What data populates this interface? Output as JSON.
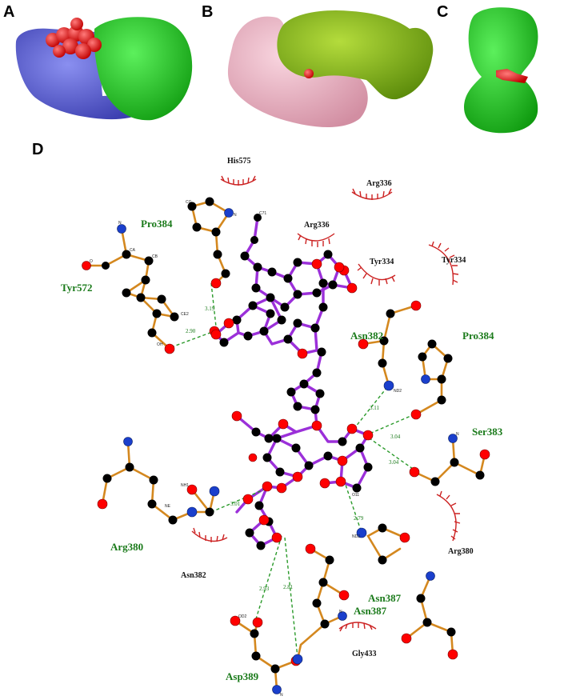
{
  "panels": {
    "a": "A",
    "b": "B",
    "c": "C",
    "d": "D"
  },
  "colors": {
    "ligand_bond": "#9b30d9",
    "residue_bond": "#d4881f",
    "hbond": "#2a9a2a",
    "oxygen": "#ff0000",
    "nitrogen": "#1a3fcc",
    "carbon": "#000000",
    "hydrophobic_arc": "#cc2222",
    "surface_blue": "#5a5fd6",
    "surface_green": "#22cc22",
    "surface_olive": "#8cb81e",
    "surface_pink": "#efb6c6"
  },
  "residues_green": {
    "tyr572": "Tyr572",
    "pro384_top": "Pro384",
    "asn382": "Asn382",
    "pro384_right": "Pro384",
    "ser383": "Ser383",
    "arg380": "Arg380",
    "asn387_a": "Asn387",
    "asn387_b": "Asn387",
    "asp389": "Asp389"
  },
  "residues_hydrophobic": {
    "his575": "His575",
    "arg336_a": "Arg336",
    "arg336_b": "Arg336",
    "tyr334_a": "Tyr334",
    "tyr334_b": "Tyr334",
    "arg380": "Arg380",
    "asn382": "Asn382",
    "gly433": "Gly433"
  },
  "hbond_distances": {
    "d1": "3.19",
    "d2": "2.90",
    "d3": "3.11",
    "d4": "3.04",
    "d5": "3.04",
    "d6": "3.01",
    "d7": "2.79",
    "d8": "2.93",
    "d9": "2.81"
  }
}
